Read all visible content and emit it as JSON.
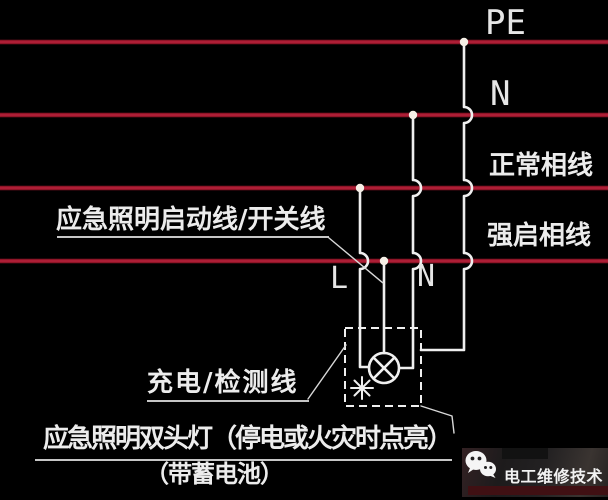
{
  "diagram": {
    "colors": {
      "background": "#000000",
      "bus": "#8f1527",
      "bus_core": "#bf2440",
      "wire": "#efefef",
      "text": "#ececec"
    },
    "bus_lines": [
      {
        "label": "PE"
      },
      {
        "label": "N"
      },
      {
        "label": "正常相线"
      },
      {
        "label": "强启相线"
      }
    ],
    "wire_terminals": {
      "live": "L",
      "neutral": "N"
    },
    "callouts": {
      "start_switch": "应急照明启动线/开关线",
      "charge_detect": "充电/检测线",
      "caption_main": "应急照明双头灯（停电或火灾时点亮）",
      "caption_sub": "（带蓄电池）"
    },
    "symbols": {
      "lamp": "lamp-circle-cross-icon",
      "battery_flash": "asterisk-icon",
      "enclosure": "dashed-box"
    }
  },
  "watermark": {
    "icon": "wechat-icon",
    "text": "电工维修技术"
  }
}
